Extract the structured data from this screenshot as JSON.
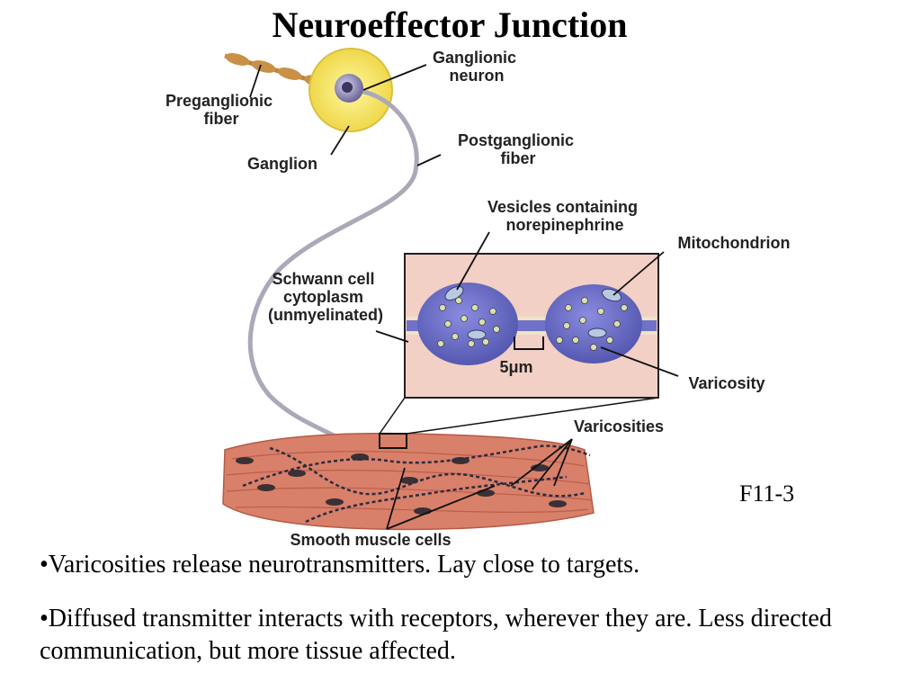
{
  "title": "Neuroeffector Junction",
  "figure_id": "F11-3",
  "labels": {
    "ganglionic_neuron": [
      "Ganglionic",
      "neuron"
    ],
    "preganglionic_fiber": [
      "Preganglionic",
      "fiber"
    ],
    "ganglion": "Ganglion",
    "postganglionic_fiber": [
      "Postganglionic",
      "fiber"
    ],
    "vesicles": [
      "Vesicles containing",
      "norepinephrine"
    ],
    "mitochondrion": "Mitochondrion",
    "schwann": [
      "Schwann cell",
      "cytoplasm",
      "(unmyelinated)"
    ],
    "scale": "5μm",
    "varicosity": "Varicosity",
    "varicosities": "Varicosities",
    "smooth_muscle": "Smooth muscle cells"
  },
  "bullets": [
    "•Varicosities release neurotransmitters. Lay close to targets.",
    "•Diffused transmitter interacts with receptors, wherever they are. Less directed communication, but more tissue affected."
  ],
  "colors": {
    "ganglion_fill": "#f4e35c",
    "neuron_fill": "#8c86b8",
    "fiber": "#a9a9b8",
    "inset_bg": "#f2d0c5",
    "varicosity_fill": "#6f72c8",
    "muscle_fill": "#d9806a"
  }
}
